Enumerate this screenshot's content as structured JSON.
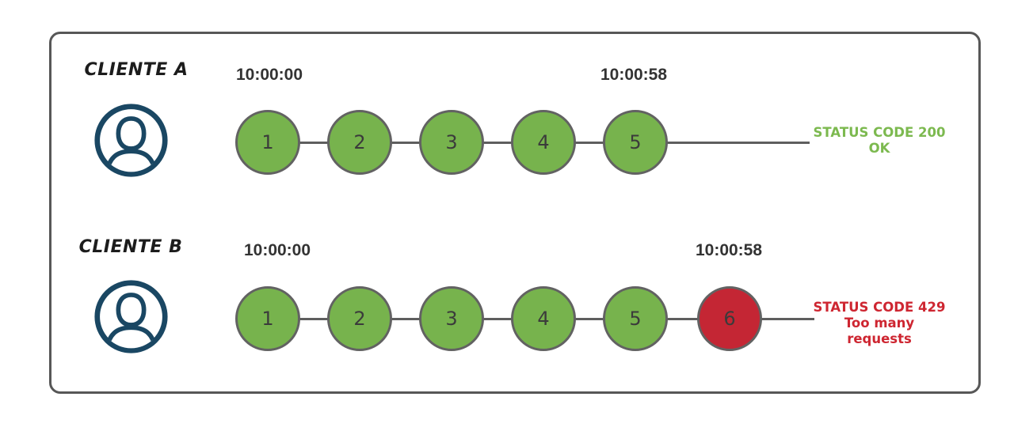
{
  "diagram": {
    "title_hint": "rate-limit comparison of two clients",
    "rows": [
      {
        "client": "CLIENTE A",
        "start_time": "10:00:00",
        "end_time": "10:00:58",
        "requests": [
          {
            "label": "1",
            "status": "ok"
          },
          {
            "label": "2",
            "status": "ok"
          },
          {
            "label": "3",
            "status": "ok"
          },
          {
            "label": "4",
            "status": "ok"
          },
          {
            "label": "5",
            "status": "ok"
          }
        ],
        "status_line1": "STATUS CODE 200",
        "status_line2": "OK"
      },
      {
        "client": "CLIENTE B",
        "start_time": "10:00:00",
        "end_time": "10:00:58",
        "requests": [
          {
            "label": "1",
            "status": "ok"
          },
          {
            "label": "2",
            "status": "ok"
          },
          {
            "label": "3",
            "status": "ok"
          },
          {
            "label": "4",
            "status": "ok"
          },
          {
            "label": "5",
            "status": "ok"
          },
          {
            "label": "6",
            "status": "blocked"
          }
        ],
        "status_line1": "STATUS CODE 429",
        "status_line2": "Too many requests"
      }
    ]
  },
  "icons": {
    "client_a": "user-avatar-icon",
    "client_b": "user-avatar-icon"
  },
  "colors": {
    "request_ok": "#77b34d",
    "request_blocked": "#c42634",
    "circle_border": "#626262",
    "connector_line": "#5e5e5e",
    "status_ok_text": "#7cb94f",
    "status_error_text": "#ce2631",
    "avatar_stroke": "#1a4763",
    "frame_border": "#575757",
    "timestamp_text": "#333333"
  }
}
